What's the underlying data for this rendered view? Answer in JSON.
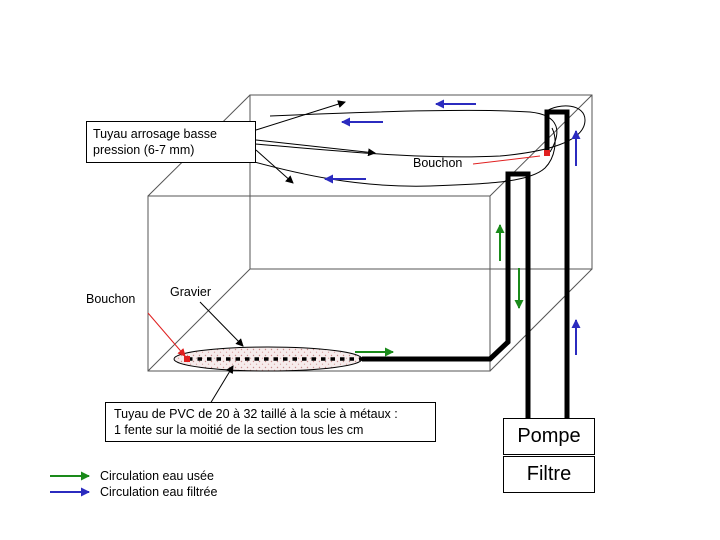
{
  "colors": {
    "used_water": "#1a8a1a",
    "filtered_water": "#2b2bbf",
    "plug": "#e02020",
    "red_pointer": "#e02020"
  },
  "labels": {
    "hose_line1": "Tuyau arrosage basse",
    "hose_line2": "pression (6-7 mm)",
    "plug_top": "Bouchon",
    "plug_left": "Bouchon",
    "gravel": "Gravier",
    "pvc_line1": "Tuyau de PVC de 20 à 32 taillé à la scie à métaux :",
    "pvc_line2": "1 fente sur la moitié de la section tous les cm",
    "pump": "Pompe",
    "filter": "Filtre"
  },
  "legend": [
    {
      "label": "Circulation eau usée",
      "color": "#1a8a1a"
    },
    {
      "label": "Circulation eau filtrée",
      "color": "#2b2bbf"
    }
  ]
}
